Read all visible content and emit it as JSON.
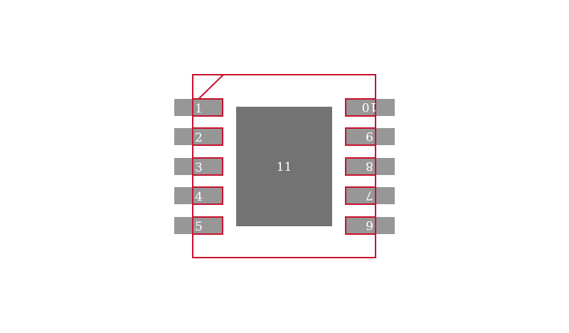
{
  "footprint": {
    "outline_color": "#c8102e",
    "pad_color": "#979797",
    "thermal_pad_color": "#737373",
    "label_color": "#ffffff",
    "background": "#ffffff",
    "pin1_marker": "chamfer-top-left",
    "left_pads": [
      {
        "label": "1"
      },
      {
        "label": "2"
      },
      {
        "label": "3"
      },
      {
        "label": "4"
      },
      {
        "label": "5"
      }
    ],
    "right_pads": [
      {
        "label": "10",
        "rotated": true
      },
      {
        "label": "9",
        "rotated": true
      },
      {
        "label": "8",
        "rotated": true
      },
      {
        "label": "7",
        "rotated": true
      },
      {
        "label": "6",
        "rotated": true
      }
    ],
    "thermal_pad": {
      "label": "11"
    }
  }
}
